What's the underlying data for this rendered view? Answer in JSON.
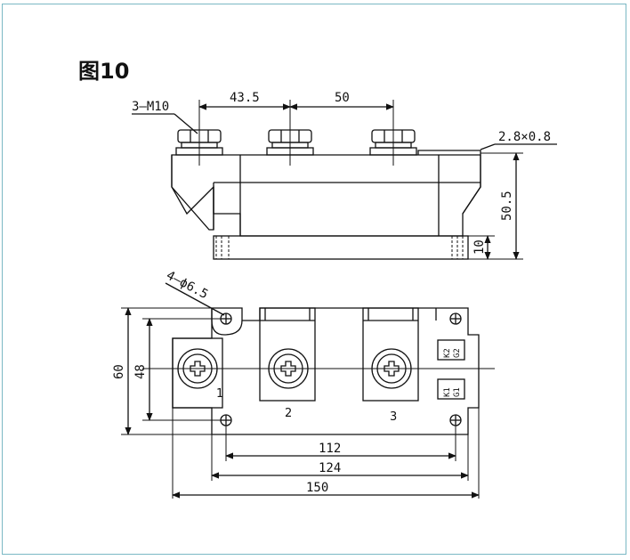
{
  "title": "图10",
  "dims": {
    "thread": "3—M10",
    "spacing1": "43.5",
    "spacing2": "50",
    "tab": "2.8×0.8",
    "height_total": "50.5",
    "height_base": "10",
    "holes": "4—ϕ6.5",
    "width_60": "60",
    "width_48": "48",
    "len_112": "112",
    "len_124": "124",
    "len_150": "150"
  },
  "terminals": {
    "t1": "1",
    "t2": "2",
    "t3": "3"
  },
  "pins": {
    "k2": "K2",
    "g2": "G2",
    "k1": "K1",
    "g1": "G1"
  }
}
